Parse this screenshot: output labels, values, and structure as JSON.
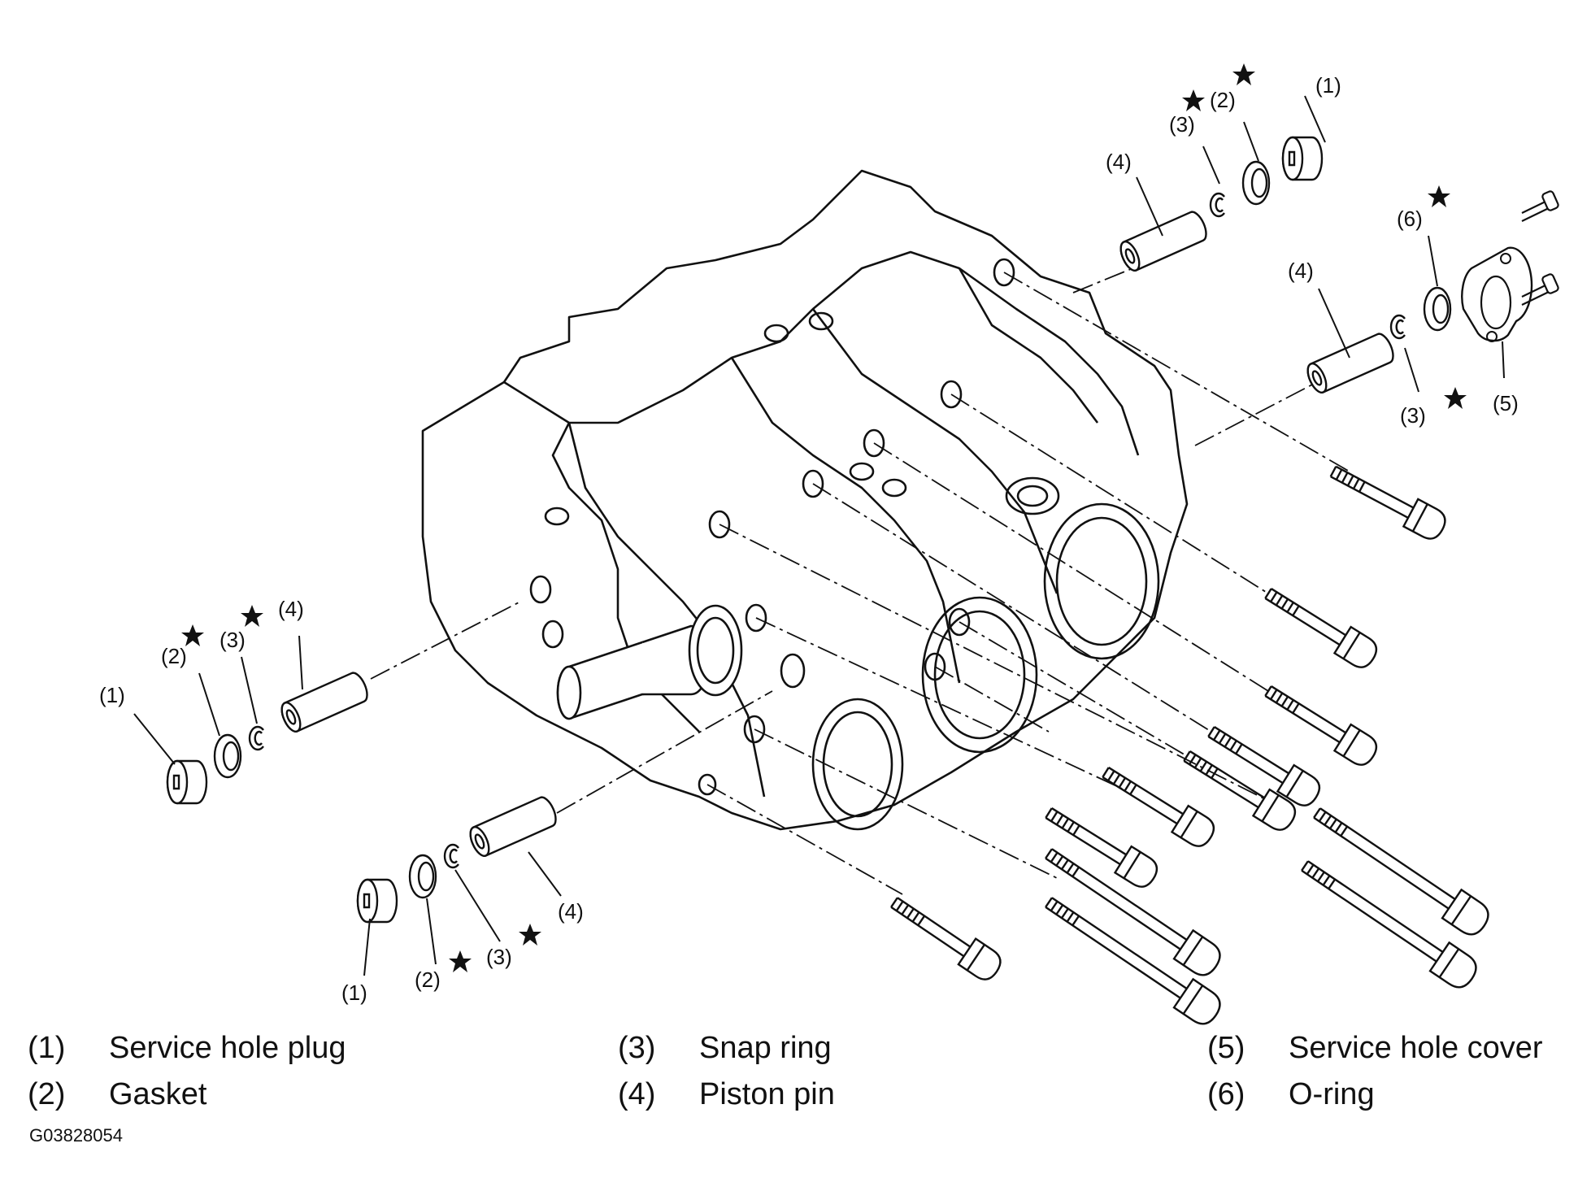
{
  "diagram": {
    "callouts": {
      "rear_plug": "(1)",
      "rear_gasket": "(2)",
      "rear_snap": "(3)",
      "rear_pin": "(4)",
      "right_pin": "(4)",
      "right_oring": "(6)",
      "right_snap": "(3)",
      "right_cover": "(5)",
      "left_plug": "(1)",
      "left_gasket": "(2)",
      "left_snap": "(3)",
      "left_pin": "(4)",
      "front_plug": "(1)",
      "front_gasket": "(2)",
      "front_snap": "(3)",
      "front_pin": "(4)"
    },
    "star_symbol": "★",
    "legend": [
      {
        "num": "(1)",
        "label": "Service hole plug"
      },
      {
        "num": "(2)",
        "label": "Gasket"
      },
      {
        "num": "(3)",
        "label": "Snap ring"
      },
      {
        "num": "(4)",
        "label": "Piston pin"
      },
      {
        "num": "(5)",
        "label": "Service hole cover"
      },
      {
        "num": "(6)",
        "label": "O-ring"
      }
    ],
    "figure_id": "G03828054"
  }
}
